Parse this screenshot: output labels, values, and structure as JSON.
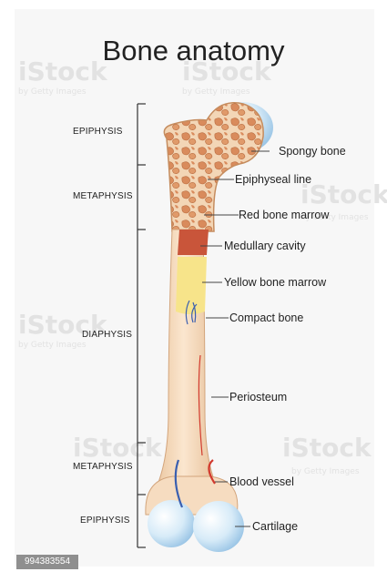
{
  "title": "Bone anatomy",
  "regions": [
    "EPIPHYSIS",
    "METAPHYSIS",
    "DIAPHYSIS",
    "METAPHYSIS",
    "EPIPHYSIS"
  ],
  "labels": [
    "Spongy bone",
    "Epiphyseal line",
    "Red bone marrow",
    "Medullary cavity",
    "Yellow bone marrow",
    "Compact bone",
    "Periosteum",
    "Blood vessel",
    "Cartilage"
  ],
  "watermark": {
    "brand": "iStock",
    "credit": "by Getty Images"
  },
  "image_id": "994383554",
  "colors": {
    "bone": "#f6dcc0",
    "cartilage": "#cfe6f7",
    "red_marrow": "#c9553a",
    "yellow_marrow": "#f7e48a",
    "artery": "#d23a2e",
    "vein": "#3a5fb0"
  }
}
